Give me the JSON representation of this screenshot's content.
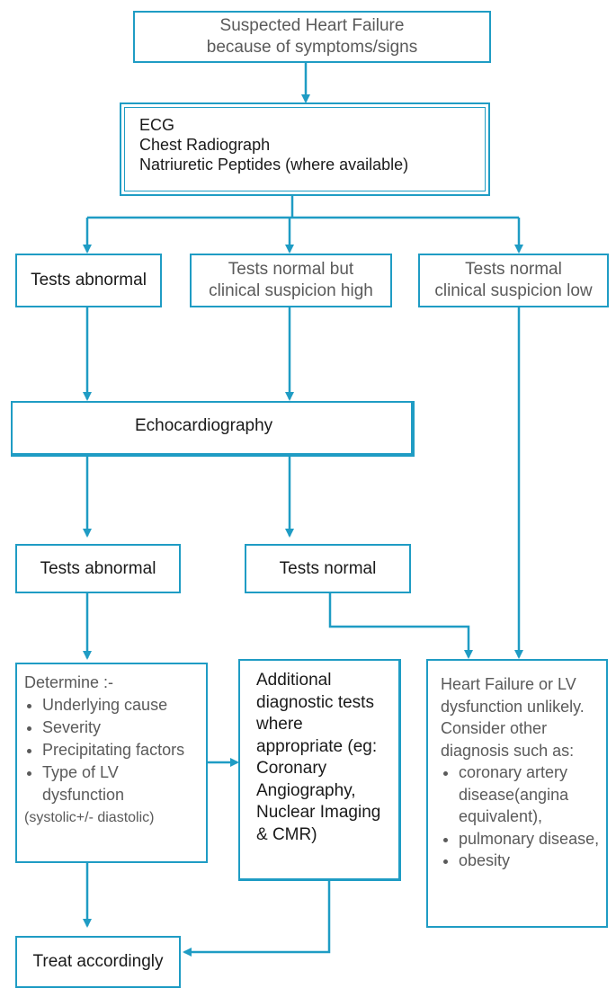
{
  "colors": {
    "line": "#1f9cc4",
    "text_dark": "#1a1a1a",
    "text_gray": "#5a5a5a"
  },
  "start": {
    "line1": "Suspected Heart Failure",
    "line2": "because of symptoms/signs"
  },
  "initial_tests": {
    "items": [
      "ECG",
      "Chest Radiograph",
      "Natriuretic Peptides (where available)"
    ]
  },
  "branch_abnormal": "Tests abnormal",
  "branch_normal_high": {
    "line1": "Tests normal but",
    "line2": "clinical suspicion high"
  },
  "branch_normal_low": {
    "line1": "Tests normal",
    "line2": "clinical suspicion low"
  },
  "echo": "Echocardiography",
  "echo_abnormal": "Tests abnormal",
  "echo_normal": "Tests normal",
  "determine": {
    "heading": "Determine :-",
    "items": [
      "Underlying cause",
      "Severity",
      "Precipitating factors",
      "Type of  LV dysfunction"
    ],
    "note": "(systolic+/- diastolic)"
  },
  "additional": {
    "text": "Additional diagnostic tests where appropriate (eg: Coronary Angiography, Nuclear Imaging & CMR)"
  },
  "unlikely": {
    "line1": "Heart Failure or LV dysfunction unlikely.",
    "line2": "Consider other diagnosis such as:",
    "items": [
      "coronary artery disease(angina equivalent),",
      "pulmonary disease,",
      "obesity"
    ]
  },
  "treat": "Treat accordingly"
}
